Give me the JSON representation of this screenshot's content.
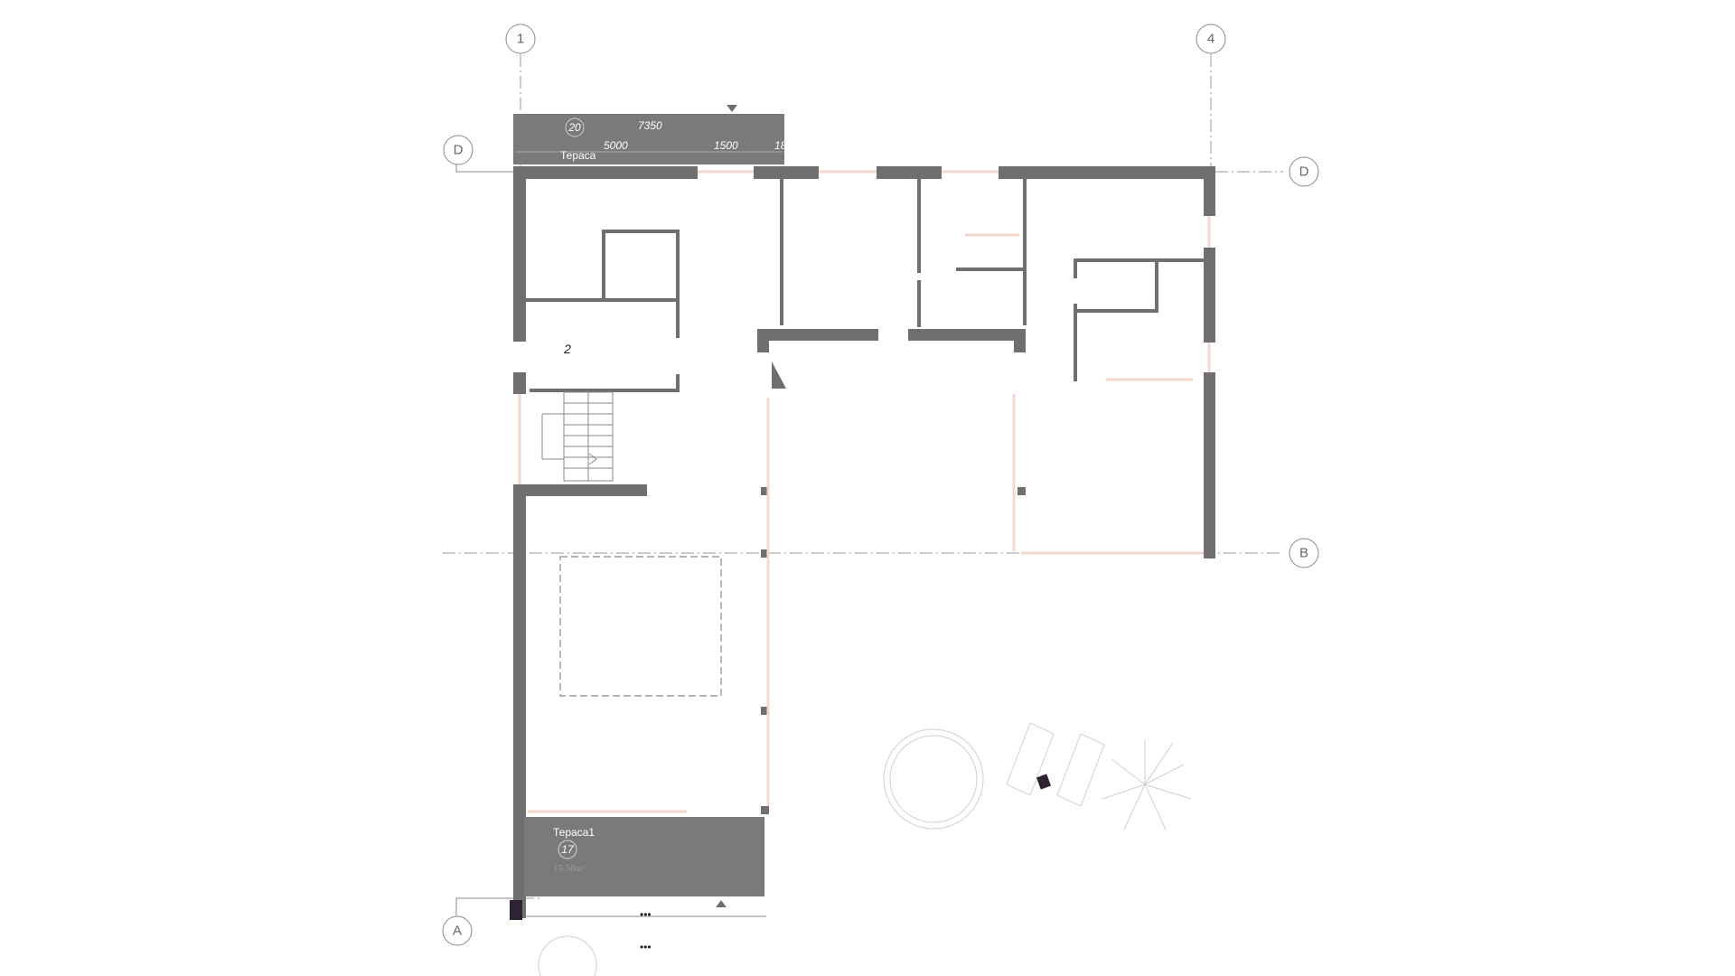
{
  "grid_axes": {
    "col_1": "1",
    "col_4": "4",
    "row_d_left": "D",
    "row_d_right": "D",
    "row_b": "B",
    "row_a": "A"
  },
  "top_terrace": {
    "room_number": "20",
    "dim_total": "7350",
    "dim_left": "5000",
    "dim_mid": "1500",
    "dim_right": "18",
    "label": "Тераса"
  },
  "room_2": {
    "number": "2"
  },
  "bottom_terrace": {
    "label": "Тераса1",
    "room_number": "17",
    "area": "15.50м²"
  },
  "colors": {
    "wall": "#6f6f6f",
    "terrace_fill": "#7a7a7a",
    "window": "#f3d9cd",
    "grid_line": "#9a9a9a"
  }
}
